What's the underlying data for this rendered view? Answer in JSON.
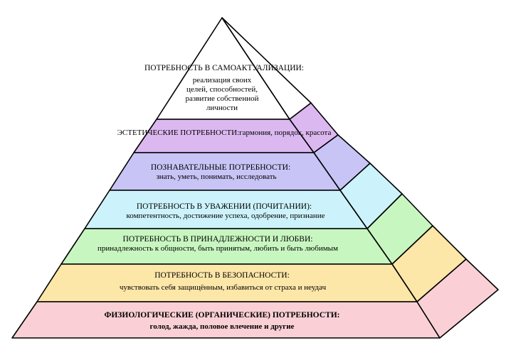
{
  "pyramid": {
    "levels": [
      {
        "key": "self",
        "title": "ПОТРЕБНОСТЬ В САМОАКТУАЛИЗАЦИИ:",
        "lines": [
          "реализация своих",
          "целей, способностей,",
          "развитие собственной",
          "личности"
        ],
        "color": "#ffffff"
      },
      {
        "key": "aesthetic",
        "title": "ЭСТЕТИЧЕСКИЕ ПОТРЕБНОСТИ:гармония, порядок, красота",
        "lines": [],
        "color": "#dcb8f0"
      },
      {
        "key": "cognitive",
        "title": "ПОЗНАВАТЕЛЬНЫЕ ПОТРЕБНОСТИ:",
        "lines": [
          "знать, уметь, понимать, исследовать"
        ],
        "color": "#c8c4f6"
      },
      {
        "key": "esteem",
        "title": "ПОТРЕБНОСТЬ В УВАЖЕНИИ (ПОЧИТАНИИ):",
        "lines": [
          "компетентность, достижение успеха, одобрение, признание"
        ],
        "color": "#ccf3fb"
      },
      {
        "key": "belonging",
        "title": "ПОТРЕБНОСТЬ В ПРИНАДЛЕЖНОСТИ И ЛЮБВИ:",
        "lines": [
          "принадлежность к общности, быть принятым, любить и быть любимым"
        ],
        "color": "#c8f6c0"
      },
      {
        "key": "safety",
        "title": "ПОТРЕБНОСТЬ В БЕЗОПАСНОСТИ:",
        "lines": [
          "чувствовать себя защищённым, избавиться от страха и неудач"
        ],
        "color": "#fce6a8"
      },
      {
        "key": "physiological",
        "title": "ФИЗИОЛОГИЧЕСКИЕ (ОРГАНИЧЕСКИЕ) ПОТРЕБНОСТИ:",
        "lines": [
          "голод, жажда, половое влечение и другие"
        ],
        "color": "#fad0d6"
      }
    ]
  }
}
